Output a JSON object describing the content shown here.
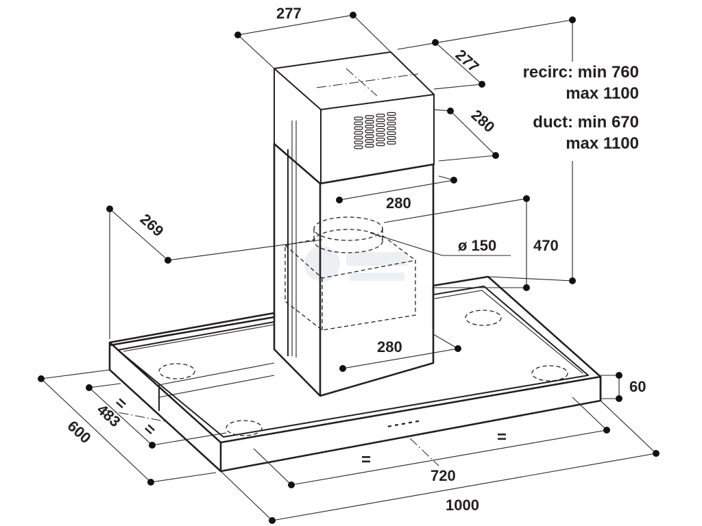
{
  "dimensions": {
    "chimney_top_width": "277",
    "chimney_top_depth": "277",
    "chimney_lower_depth": "280",
    "chimney_lower_width": "280",
    "duct_side": "269",
    "duct_diameter": "ø 150",
    "hood_height_section": "470",
    "body_lower_width": "280",
    "hood_thickness": "60",
    "hood_depth_outer": "600",
    "hood_depth_inner": "483",
    "hood_width_inner": "720",
    "hood_width_outer": "1000"
  },
  "height_notes": {
    "recirc_line1": "recirc: min 760",
    "recirc_line2": "max 1100",
    "duct_line1": "duct: min 670",
    "duct_line2": "max 1100"
  },
  "symbols": {
    "equal_sign": "=",
    "control_dashes": "- - - - -"
  }
}
